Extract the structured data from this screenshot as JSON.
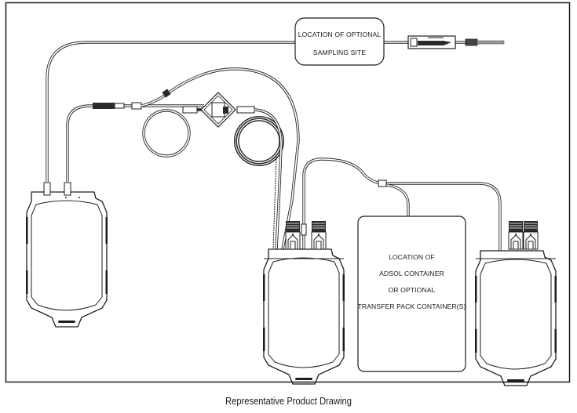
{
  "figure": {
    "caption": "Representative Product Drawing",
    "labels": {
      "sampling_site": [
        "LOCATION OF OPTIONAL",
        "SAMPLING SITE"
      ],
      "adsol_container": [
        "LOCATION OF",
        "ADSOL CONTAINER",
        "OR OPTIONAL",
        "TRANSFER PACK CONTAINER(S)"
      ]
    },
    "components": [
      {
        "name": "Primary collection bag",
        "position": "left"
      },
      {
        "name": "Inline filter",
        "position": "top-center"
      },
      {
        "name": "Coiled tubing segments",
        "count": 2
      },
      {
        "name": "Satellite bag with ports",
        "position": "center"
      },
      {
        "name": "Satellite bag with ports",
        "position": "right"
      },
      {
        "name": "Sampling site connector with needle",
        "position": "top-right"
      }
    ],
    "colors": {
      "line": "#1e1e1e",
      "background": "#ffffff",
      "text": "#1a1a1a"
    }
  }
}
